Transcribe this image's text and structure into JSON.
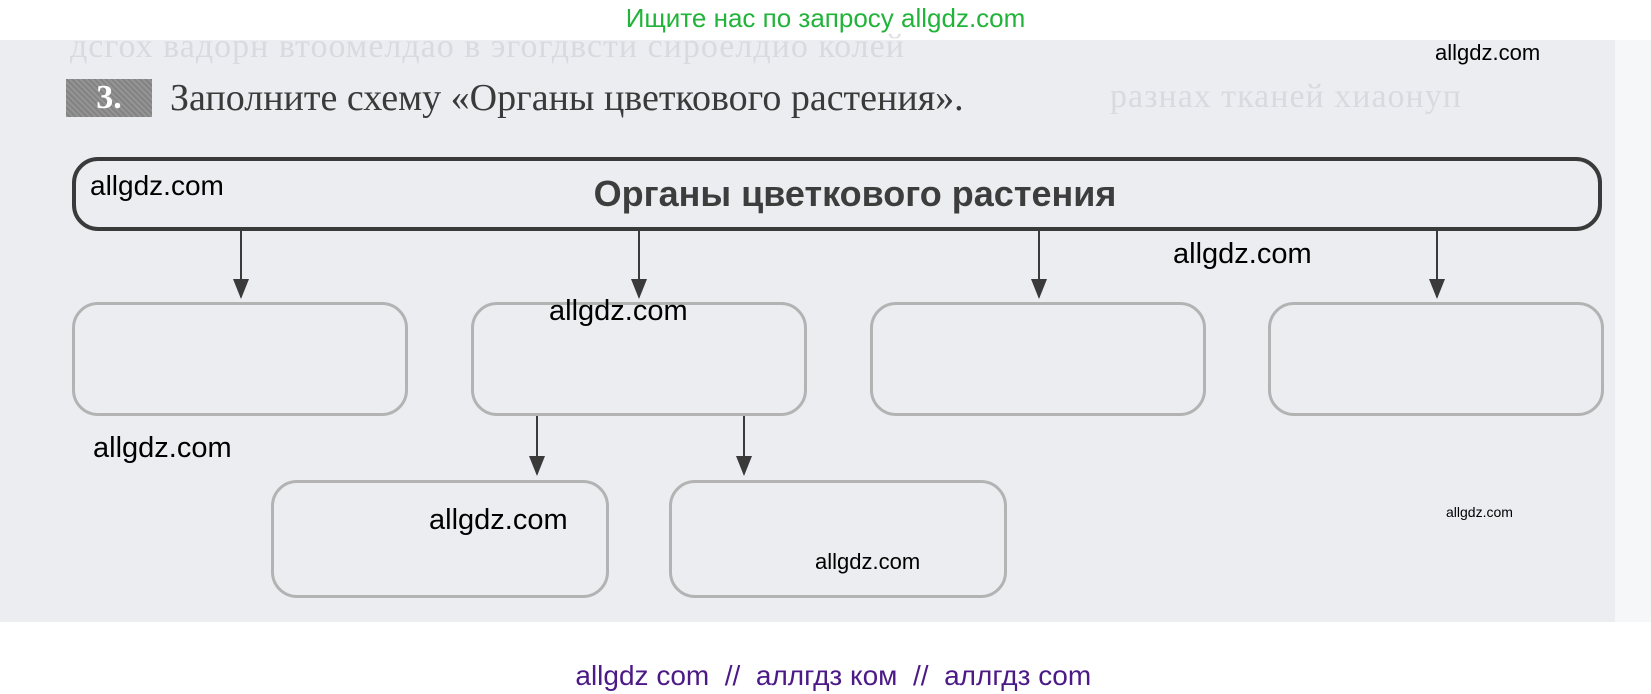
{
  "top_banner": {
    "text": "Ищите нас по запросу allgdz.com",
    "color": "#22b33a"
  },
  "task": {
    "number": "3.",
    "instruction": "Заполните схему «Органы цветкового растения»."
  },
  "diagram": {
    "root": {
      "label": "Органы цветкового растения"
    },
    "level1_boxes": [
      {
        "id": "organ-1",
        "value": ""
      },
      {
        "id": "organ-2",
        "value": ""
      },
      {
        "id": "organ-3",
        "value": ""
      },
      {
        "id": "organ-4",
        "value": ""
      }
    ],
    "level2_boxes": [
      {
        "id": "organ-2-sub-1",
        "parent": "organ-2",
        "value": ""
      },
      {
        "id": "organ-2-sub-2",
        "parent": "organ-2",
        "value": ""
      }
    ]
  },
  "watermarks": {
    "w1": "allgdz.com",
    "w2": "allgdz.com",
    "w3": "allgdz.com",
    "w4": "allgdz.com",
    "w5": "allgdz.com",
    "w6": "allgdz.com",
    "w7": "allgdz.com",
    "w8": "allgdz.com"
  },
  "bottom_banner": {
    "text": "allgdz com  //  аллгдз ком  //  аллгдз com",
    "color": "#4b1a86"
  }
}
